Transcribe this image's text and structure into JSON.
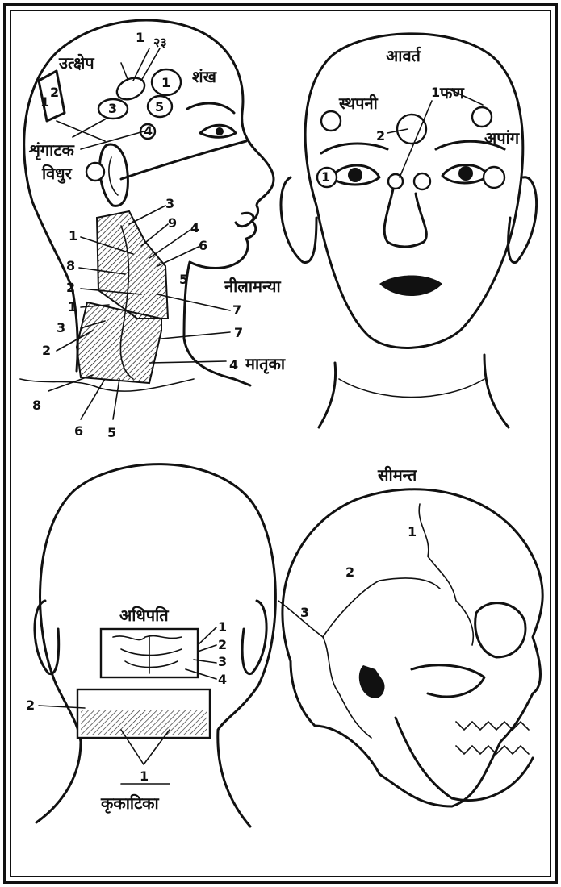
{
  "panels": {
    "side_head": {
      "labels": {
        "utkshepa": "उत्क्षेप",
        "shankha": "शंख",
        "shringataka": "शृंगाटक",
        "vidhura": "विधुर",
        "neela_manya": "नीलामन्या",
        "matrika": "मातृका"
      },
      "numbers": {
        "n_top1": "1",
        "n_top23": "२३",
        "n_one": "1",
        "n_five": "5",
        "n_three": "3",
        "n_four": "4",
        "n_box1": "1",
        "n_box2": "2",
        "neck_3": "3",
        "neck_9": "9",
        "neck_4": "4",
        "neck_6": "6",
        "neck_5a": "5",
        "neck_1a": "1",
        "neck_8a": "8",
        "neck_2a": "2",
        "neck_1b": "1",
        "neck_3b": "3",
        "neck_2b": "2",
        "neck_7a": "7",
        "neck_7b": "7",
        "neck_4m": "4",
        "neck_8b": "8",
        "neck_6b": "6",
        "neck_5b": "5"
      }
    },
    "front_face": {
      "labels": {
        "avarta": "आवर्त",
        "sthapani": "स्थपनी",
        "phana": "फण",
        "apanga": "अपांग"
      },
      "numbers": {
        "n1": "1",
        "n2": "2",
        "n1b": "1"
      }
    },
    "back_head": {
      "labels": {
        "adhipati": "अधिपति",
        "krikatika": "कृकाटिका"
      },
      "numbers": {
        "b1": "1",
        "b2": "2",
        "b3": "3",
        "b4": "4",
        "c2": "2",
        "c1": "1"
      }
    },
    "skull": {
      "labels": {
        "seemanta": "सीमन्त"
      },
      "numbers": {
        "s1": "1",
        "s2": "2",
        "s3": "3"
      }
    }
  }
}
